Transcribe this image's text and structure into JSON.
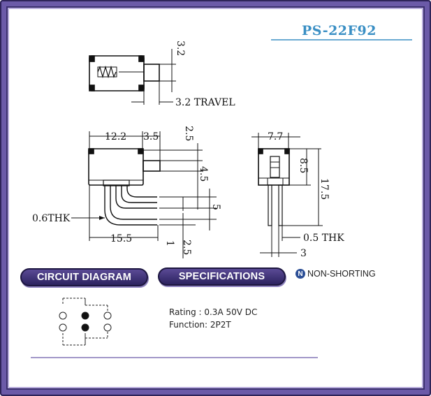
{
  "part_number": "PS-22F92",
  "top_view": {
    "dim_height": "3.2",
    "travel": "3.2 TRAVEL"
  },
  "side_view": {
    "dim_width": "12.2",
    "dim_actuator": "3.5",
    "dim_top": "2.5",
    "dim_mid": "4.5",
    "dim_pitch": "5",
    "dim_thk": "0.6THK",
    "dim_base": "15.5",
    "dim_bot_1": "1",
    "dim_bot_2": "2.5"
  },
  "end_view": {
    "dim_width": "7.7",
    "dim_body": "8.5",
    "dim_total": "17.5",
    "dim_thk": "0.5 THK",
    "dim_pin": "3"
  },
  "sections": {
    "circuit": "CIRCUIT DIAGRAM",
    "specs": "SPECIFICATIONS",
    "contact_type": "NON-SHORTING",
    "contact_icon": "N"
  },
  "specifications": {
    "rating": "Rating : 0.3A 50V DC",
    "function": "Function: 2P2T"
  },
  "colors": {
    "frame": "#6b5aa8",
    "title": "#3a8fc4",
    "pill": "#3d3078"
  }
}
